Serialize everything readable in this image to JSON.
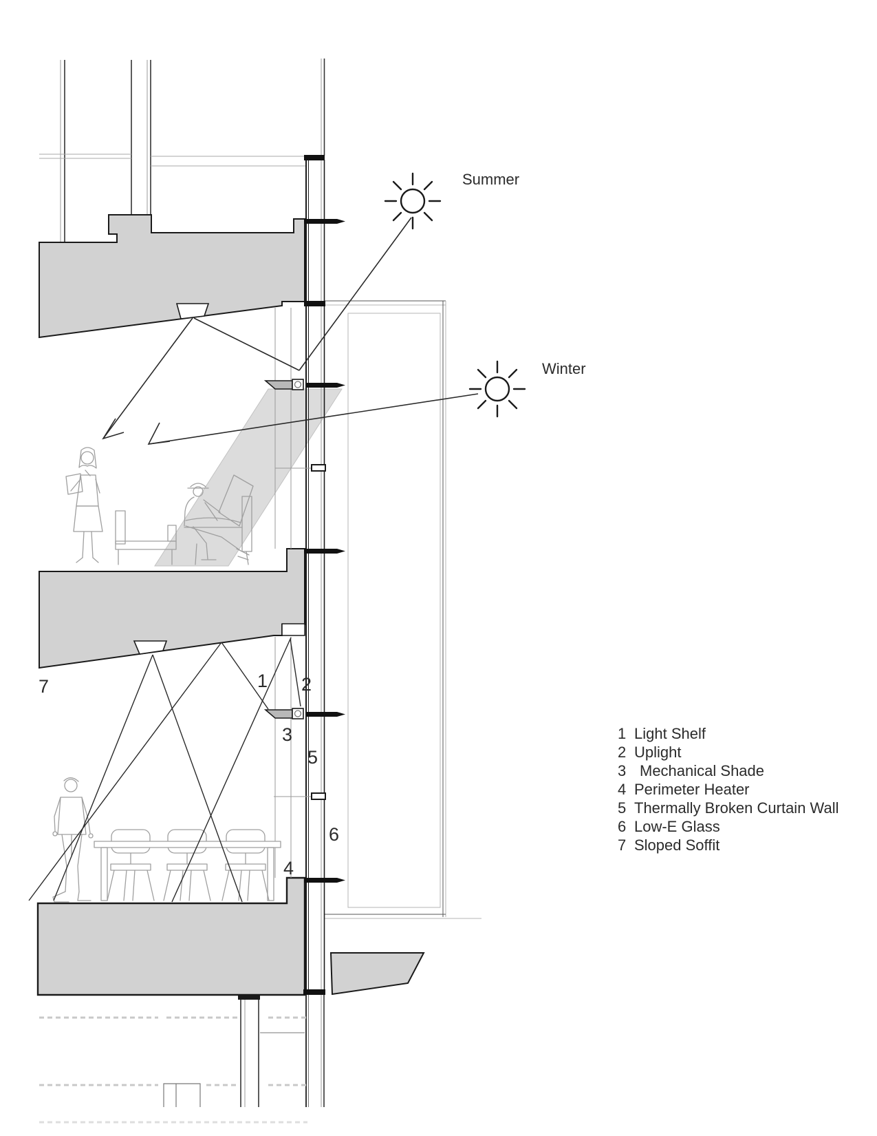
{
  "suns": {
    "summer": {
      "label": "Summer"
    },
    "winter": {
      "label": "Winter"
    }
  },
  "callouts": [
    {
      "num": "1"
    },
    {
      "num": "2"
    },
    {
      "num": "3"
    },
    {
      "num": "4"
    },
    {
      "num": "5"
    },
    {
      "num": "6"
    },
    {
      "num": "7"
    }
  ],
  "legend": {
    "items": [
      {
        "num": "1",
        "label": "Light Shelf"
      },
      {
        "num": "2",
        "label": "Uplight"
      },
      {
        "num": "3",
        "label": "Mechanical Shade"
      },
      {
        "num": "4",
        "label": "Perimeter Heater"
      },
      {
        "num": "5",
        "label": "Thermally Broken Curtain Wall"
      },
      {
        "num": "6",
        "label": "Low-E Glass"
      },
      {
        "num": "7",
        "label": "Sloped Soffit"
      }
    ]
  },
  "colors": {
    "slab": "#d2d2d2",
    "beam": "#dcdcdc",
    "outline": "#1a1a1a",
    "ray": "#2a2a2a",
    "figure": "#9f9f9f",
    "fin": "#111111",
    "text": "#2b2b2b",
    "faint": "#c8c8c8",
    "thin": "#999999"
  }
}
